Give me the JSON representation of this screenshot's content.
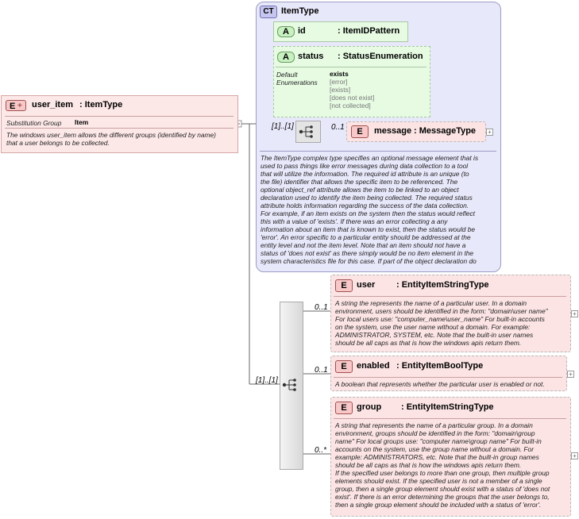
{
  "root": {
    "badge": "E",
    "name": "user_item",
    "type": ": ItemType",
    "sub_label": "Substitution Group",
    "sub_value": "Item",
    "doc": [
      "The windows user_item allows the different groups (identified by name)",
      "that a user belongs to be collected."
    ]
  },
  "complex_type": {
    "badge": "CT",
    "name": "ItemType",
    "attr_id": {
      "badge": "A",
      "name": "id",
      "type": ": ItemIDPattern"
    },
    "attr_status": {
      "badge": "A",
      "name": "status",
      "type": ": StatusEnumeration",
      "enum_label": [
        "Default",
        "Enumerations"
      ],
      "default": "exists",
      "enums": [
        "[error]",
        "[exists]",
        "[does not exist]",
        "[not collected]"
      ]
    },
    "seq_card": "[1]..[1]",
    "message": {
      "badge": "E",
      "name": "message",
      "type": ": MessageType",
      "card": "0..1"
    },
    "doc": [
      "The ItemType complex type specifies an optional message element that is",
      "used to pass things like error messages during data collection to a tool",
      "that will utilize the information. The required id attribute is an unique (to",
      "the file) identifier that allows the specific item to be referenced. The",
      "optional object_ref attribute allows the item to be linked to an object",
      "declaration used to identify the item being collected. The required status",
      "attribute holds information regarding the success of the data collection.",
      "For example, if an item exists on the system then the status would reflect",
      "this with a value of 'exists'. If there was an error collecting a any",
      "information about an item that is known to exist, then the status would be",
      "'error'. An error specific to a particular entity should be addressed at the",
      "entity level and not the item level. Note that an item should not have a",
      "status of 'does not exist' as there simply would be no item element in the",
      "system characteristics file for this case. If part of the object declaration do"
    ]
  },
  "sequence": {
    "card": "[1]..[1]"
  },
  "children": [
    {
      "badge": "E",
      "name": "user",
      "type": ": EntityItemStringType",
      "card": "0..1",
      "doc": [
        "A string the represents the name of a particular user. In a domain",
        "environment, users should be identified in the form: \"domain\\user name\"",
        "For local users use: \"computer_name\\user_name\" For built-in accounts",
        "on the system, use the user name without a domain. For example:",
        "ADMINISTRATOR, SYSTEM, etc. Note that the built-in user names",
        "should be all caps as that is how the windows apis return them."
      ]
    },
    {
      "badge": "E",
      "name": "enabled",
      "type": ": EntityItemBoolType",
      "card": "0..1",
      "doc": [
        "A boolean that represents whether the particular user is enabled or not."
      ]
    },
    {
      "badge": "E",
      "name": "group",
      "type": ": EntityItemStringType",
      "card": "0..*",
      "doc": [
        "A string that represents the name of a particular group. In a domain",
        "environment, groups should be identified in the form: \"domain\\group",
        "name\" For local groups use: \"computer name\\group name\" For built-in",
        "accounts on the system, use the group name without a domain. For",
        "example: ADMINISTRATORS, etc. Note that the built-in group names",
        "should be all caps as that is how the windows apis return them.",
        "If the specified user belongs to more than one group, then multiple group",
        "elements should exist. If the specified user is not a member of a single",
        "group, then a single group element should exist with a status of 'does not",
        "exist'. If there is an error determining the groups that the user belongs to,",
        "then a single group element should be included with a status of 'error'."
      ]
    }
  ],
  "colors": {
    "element_fill": "#fde8e8",
    "attribute_fill": "#e6fbe2",
    "complex_fill": "#e8e8fb"
  }
}
